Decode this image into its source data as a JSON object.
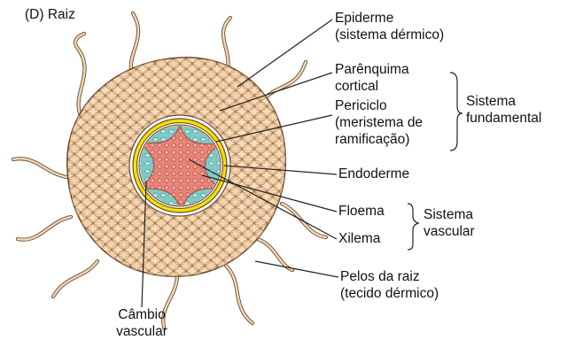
{
  "panel_label": "(D)  Raiz",
  "labels": {
    "epiderme_1": "Epiderme",
    "epiderme_2": "(sistema dérmico)",
    "parenquima_1": "Parênquima",
    "parenquima_2": "cortical",
    "periciclo_1": "Periciclo",
    "periciclo_2": "(meristema de",
    "periciclo_3": "ramificação)",
    "fundamental_1": "Sistema",
    "fundamental_2": "fundamental",
    "endoderme": "Endoderme",
    "floema": "Floema",
    "xilema": "Xilema",
    "vascular_1": "Sistema",
    "vascular_2": "vascular",
    "pelos_1": "Pelos da raiz",
    "pelos_2": "(tecido dérmico)",
    "cambio_1": "Câmbio",
    "cambio_2": "vascular"
  },
  "colors": {
    "cortex": "#f2c9a0",
    "cell_outline": "#8a5a33",
    "endodermis": "#f2e100",
    "phloem": "#7fcac6",
    "xylem": "#e8867a",
    "root_hair": "#f2d9b8",
    "line": "#222222"
  }
}
